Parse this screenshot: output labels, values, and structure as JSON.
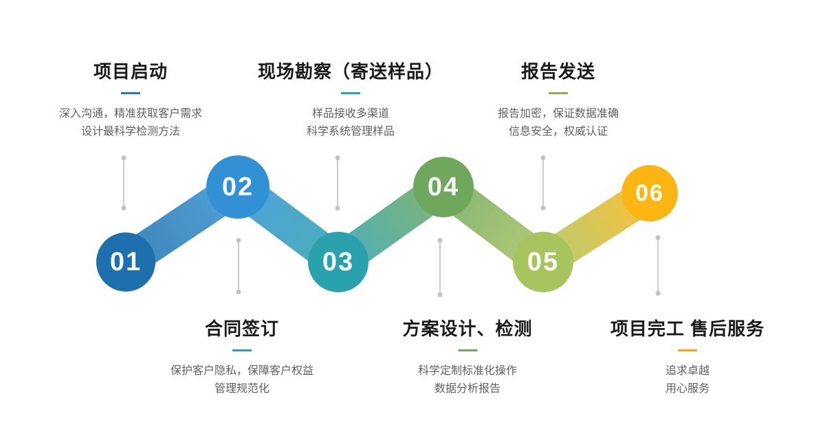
{
  "page": {
    "background": "#ffffff"
  },
  "steps": [
    {
      "number": "01",
      "title": "项目启动",
      "desc_line1": "深入沟通，精准获取客户需求",
      "desc_line2": "设计最科学检测方法",
      "circle_color": "#1e6fad",
      "accent_color": "#2e75b8"
    },
    {
      "number": "02",
      "title": "合同签订",
      "desc_line1": "保护客户隐私，保障客户权益",
      "desc_line2": "管理规范化",
      "circle_color": "#3191d4",
      "accent_color": "#2aa2ae"
    },
    {
      "number": "03",
      "title": "现场勘察（寄送样品）",
      "desc_line1": "样品接收多渠道",
      "desc_line2": "科学系统管理样品",
      "circle_color": "#2aa2ae",
      "accent_color": "#2aa2ae"
    },
    {
      "number": "04",
      "title": "方案设计、检测",
      "desc_line1": "科学定制标准化操作",
      "desc_line2": "数据分析报告",
      "circle_color": "#6fa75c",
      "accent_color": "#6fa75c"
    },
    {
      "number": "05",
      "title": "报告发送",
      "desc_line1": "报告加密，保证数据准确",
      "desc_line2": "信息安全，权威认证",
      "circle_color": "#a8c45e",
      "accent_color": "#8fae57"
    },
    {
      "number": "06",
      "title": "项目完工 售后服务",
      "desc_line1": "追求卓越",
      "desc_line2": "用心服务",
      "circle_color": "#fcb614",
      "accent_color": "#f2a51e"
    }
  ]
}
